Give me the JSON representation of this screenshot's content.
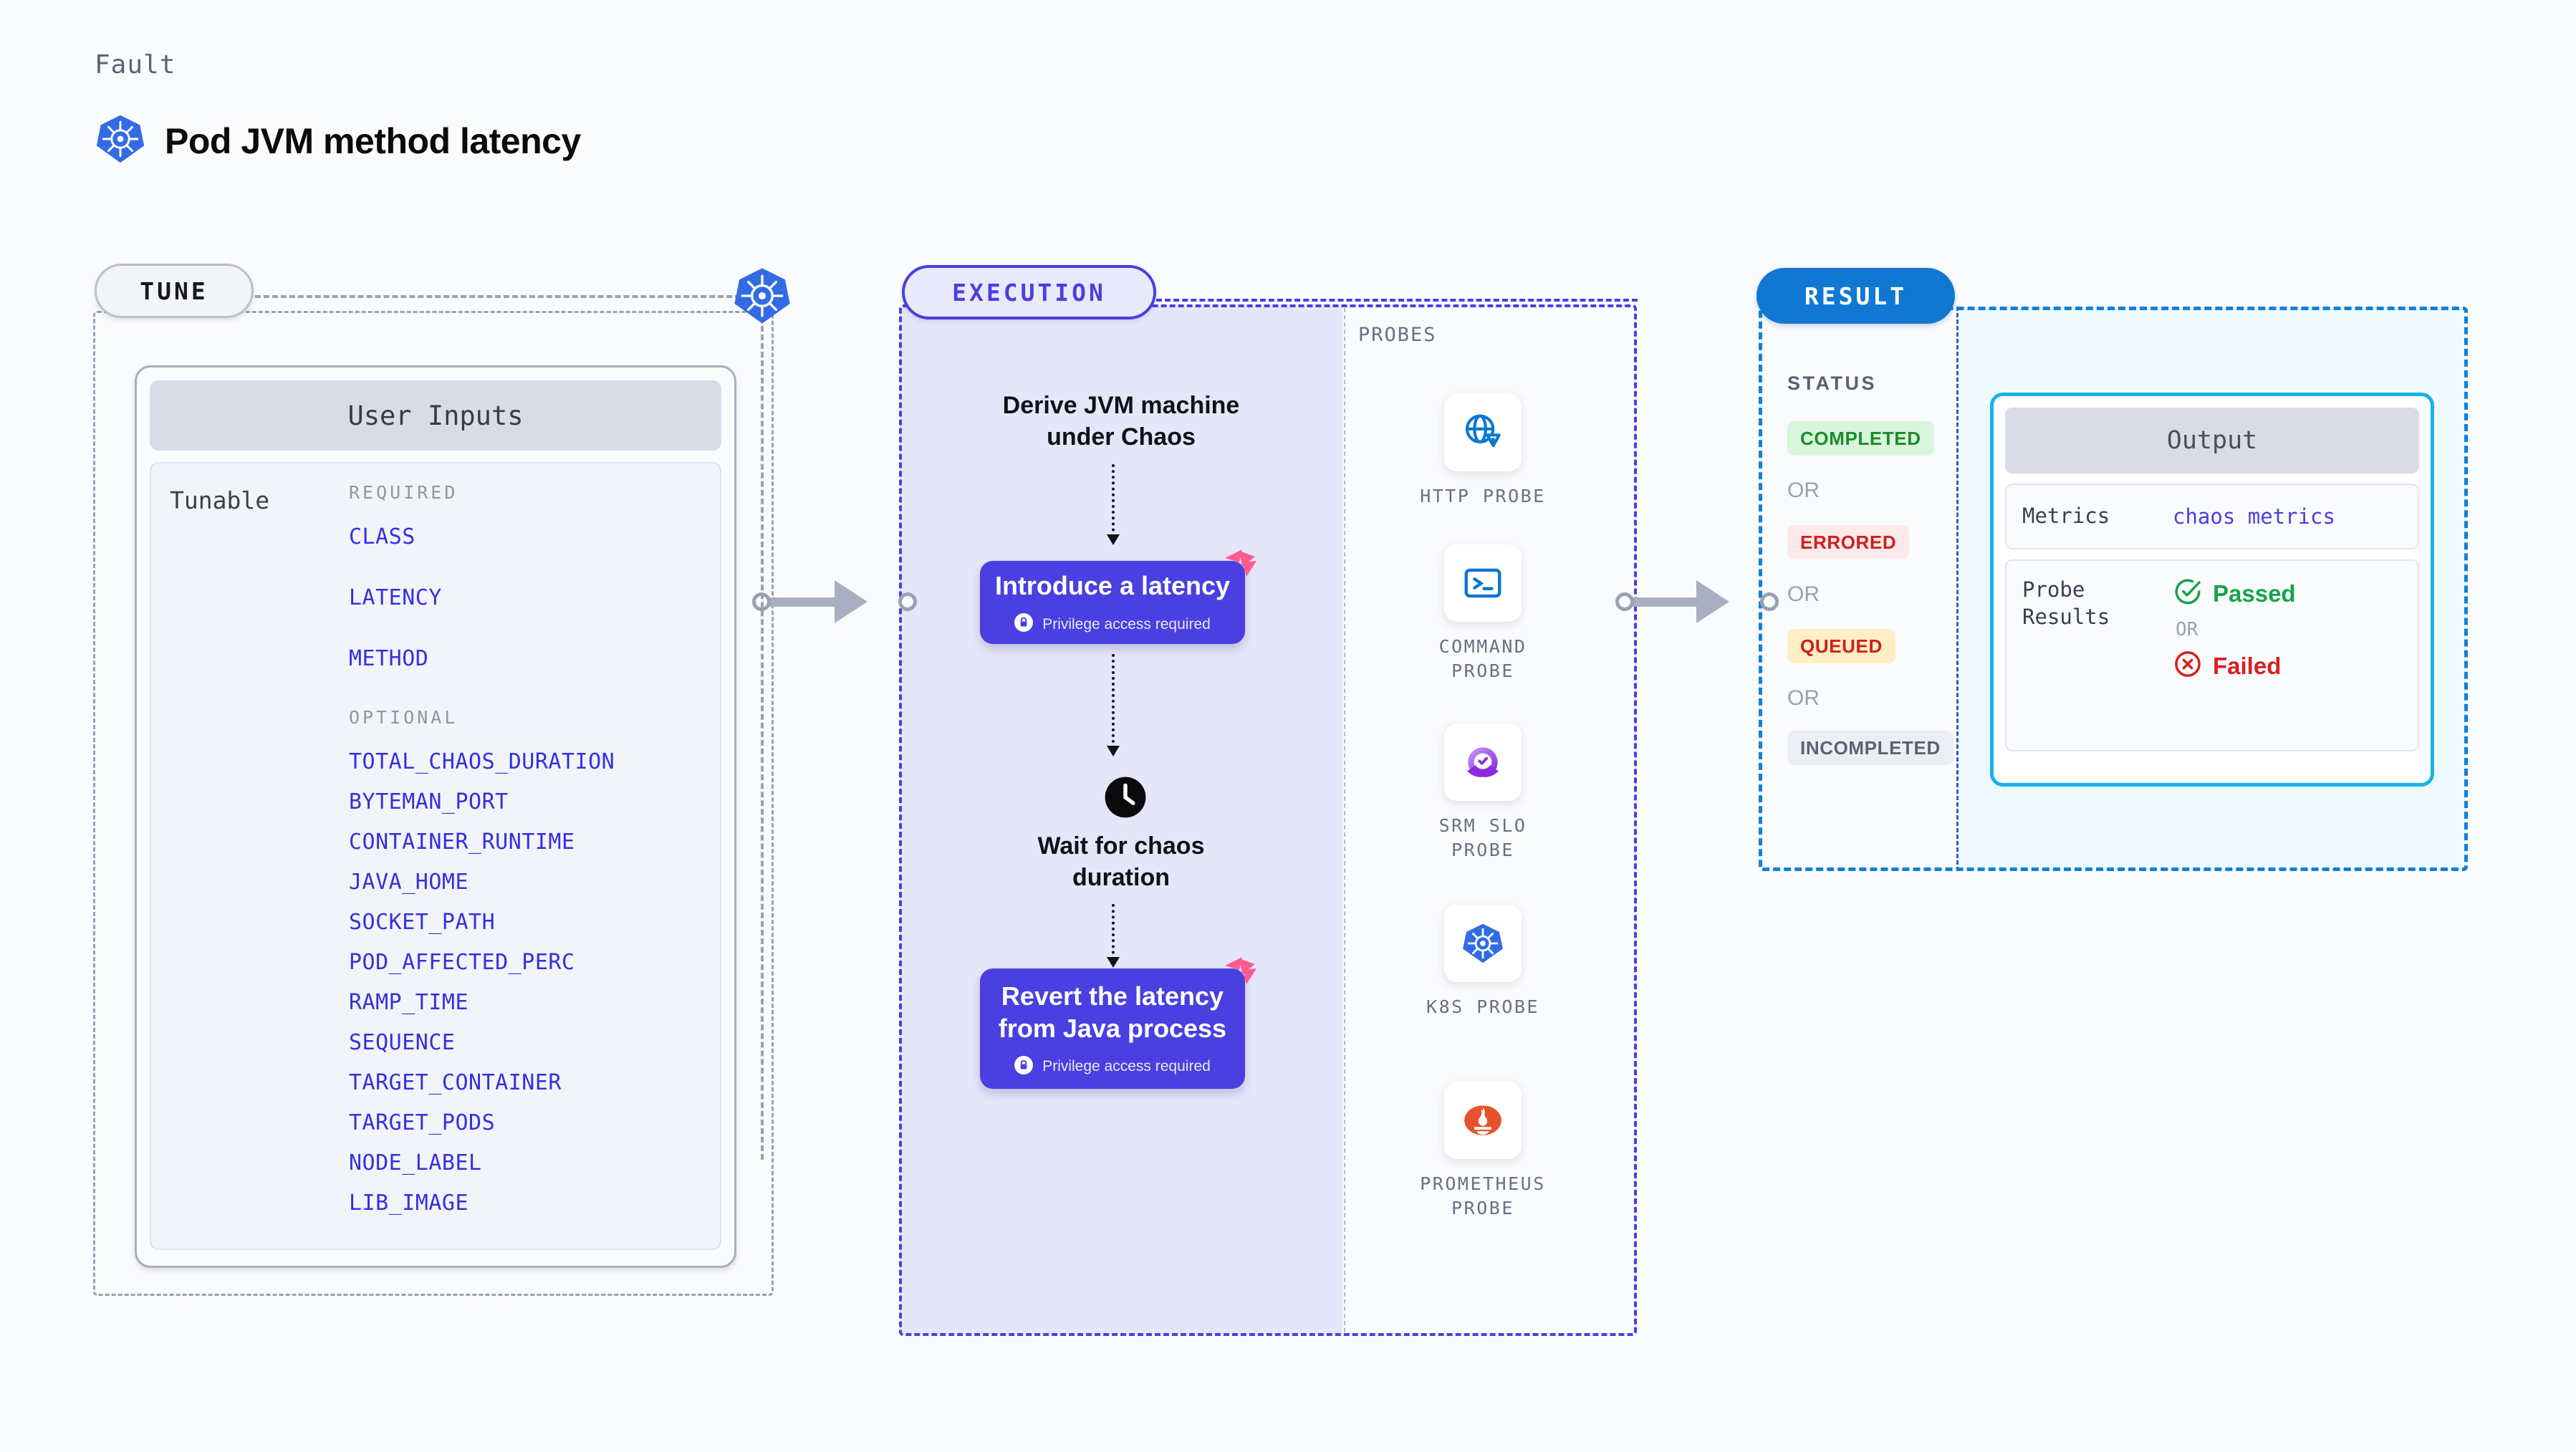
{
  "header": {
    "kicker": "Fault",
    "title": "Pod JVM method latency",
    "icon": "kubernetes-icon"
  },
  "tune": {
    "tag": "TUNE",
    "icon": "kubernetes-icon",
    "card_title": "User Inputs",
    "tunable_label": "Tunable",
    "required_header": "REQUIRED",
    "required": [
      "CLASS",
      "LATENCY",
      "METHOD"
    ],
    "optional_header": "OPTIONAL",
    "optional": [
      "TOTAL_CHAOS_DURATION",
      "BYTEMAN_PORT",
      "CONTAINER_RUNTIME",
      "JAVA_HOME",
      "SOCKET_PATH",
      "POD_AFFECTED_PERC",
      "RAMP_TIME",
      "SEQUENCE",
      "TARGET_CONTAINER",
      "TARGET_PODS",
      "NODE_LABEL",
      "LIB_IMAGE"
    ]
  },
  "execution": {
    "tag": "EXECUTION",
    "step1_title": "Derive JVM machine\nunder Chaos",
    "step1_title_l1": "Derive JVM machine",
    "step1_title_l2": "under Chaos",
    "action1_title": "Introduce a latency",
    "action1_privilege": "Privilege access required",
    "wait_title_l1": "Wait for chaos",
    "wait_title_l2": "duration",
    "wait_icon": "clock-icon",
    "action2_title_l1": "Revert the latency",
    "action2_title_l2": "from Java process",
    "action2_privilege": "Privilege access required",
    "badge_icon": "harness-logo-icon",
    "lock_icon": "lock-icon"
  },
  "probes": {
    "label": "PROBES",
    "items": [
      {
        "caption_l1": "HTTP PROBE",
        "caption_l2": "",
        "icon": "http-globe-warning-icon"
      },
      {
        "caption_l1": "COMMAND",
        "caption_l2": "PROBE",
        "icon": "terminal-icon"
      },
      {
        "caption_l1": "SRM SLO",
        "caption_l2": "PROBE",
        "icon": "srm-slo-icon"
      },
      {
        "caption_l1": "K8S PROBE",
        "caption_l2": "",
        "icon": "kubernetes-icon"
      },
      {
        "caption_l1": "PROMETHEUS",
        "caption_l2": "PROBE",
        "icon": "prometheus-icon"
      }
    ]
  },
  "result": {
    "tag": "RESULT",
    "status_label": "STATUS",
    "or_text": "OR",
    "statuses": [
      {
        "label": "COMPLETED",
        "bg": "#d9f5dc",
        "fg": "#1d8b27"
      },
      {
        "label": "ERRORED",
        "bg": "#fce9e9",
        "fg": "#cc2020"
      },
      {
        "label": "QUEUED",
        "bg": "#fdeec4",
        "fg": "#cc2020"
      },
      {
        "label": "INCOMPLETED",
        "bg": "#edeef4",
        "fg": "#5c6275"
      }
    ],
    "output": {
      "title": "Output",
      "metrics_key": "Metrics",
      "metrics_value": "chaos metrics",
      "probe_results_key_l1": "Probe",
      "probe_results_key_l2": "Results",
      "passed": "Passed",
      "failed": "Failed",
      "or_text": "OR",
      "passed_icon": "check-circle-icon",
      "failed_icon": "x-circle-icon"
    }
  },
  "colors": {
    "accent_purple": "#4a3fe0",
    "accent_blue": "#1078d3",
    "accent_cyan": "#19b0ea",
    "k8s_blue": "#326ce5",
    "harness_pink": "#ff5b8f",
    "prometheus_orange": "#e6522c",
    "green": "#16a34a",
    "red": "#d91f1f"
  }
}
